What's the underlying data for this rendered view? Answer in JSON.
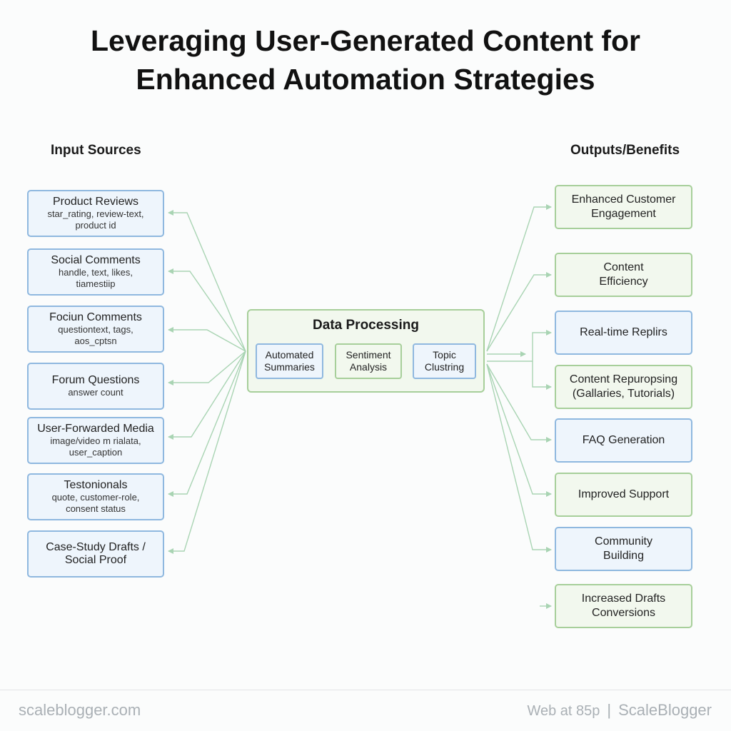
{
  "title": {
    "line1": "Leveraging User-Generated Content for",
    "line2": "Enhanced Automation Strategies"
  },
  "input_heading": "Input Sources",
  "output_heading": "Outputs/Benefits",
  "inputs": [
    {
      "main": [
        "Product Reviews"
      ],
      "sub": [
        "star_rating, review-text,",
        "product id"
      ]
    },
    {
      "main": [
        "Social Comments"
      ],
      "sub": [
        "handle, text, likes,",
        "tiamestiip"
      ]
    },
    {
      "main": [
        "Fociun Comments"
      ],
      "sub": [
        "questiontext, tags,",
        "aos_cptsn"
      ]
    },
    {
      "main": [
        "Forum Questions"
      ],
      "sub": [
        "answer count",
        ""
      ]
    },
    {
      "main": [
        "User-Forwarded Media"
      ],
      "sub": [
        "image/video m rialata,",
        "user_caption"
      ]
    },
    {
      "main": [
        "Testonionals"
      ],
      "sub": [
        "quote, customer-role,",
        "consent status"
      ]
    },
    {
      "main": [
        "Case-Study Drafts /",
        "Social Proof"
      ],
      "sub": [
        "",
        ""
      ]
    }
  ],
  "processing": {
    "title": "Data Processing",
    "steps": [
      [
        "Automated",
        "Summaries"
      ],
      [
        "Sentiment",
        "Analysis"
      ],
      [
        "Topic",
        "Clustring"
      ]
    ]
  },
  "outputs": [
    [
      "Enhanced Customer",
      "Engagement"
    ],
    [
      "Content",
      "Efficiency"
    ],
    [
      "Real-time Replirs",
      ""
    ],
    [
      "Content Repuropsing",
      "(Gallaries, Tutorials)"
    ],
    [
      "FAQ Generation",
      ""
    ],
    [
      "Improved Support",
      ""
    ],
    [
      "Community",
      "Building"
    ],
    [
      "Increased Drafts",
      "Conversions"
    ]
  ],
  "footer": {
    "site": "scaleblogger.com",
    "meta": "Web at 85p",
    "separator": "|",
    "brand": "ScaleBlogger"
  },
  "colors": {
    "connector": "#a9d4b3",
    "blue_border": "#8fb8df",
    "green_border": "#a7cf9a"
  }
}
